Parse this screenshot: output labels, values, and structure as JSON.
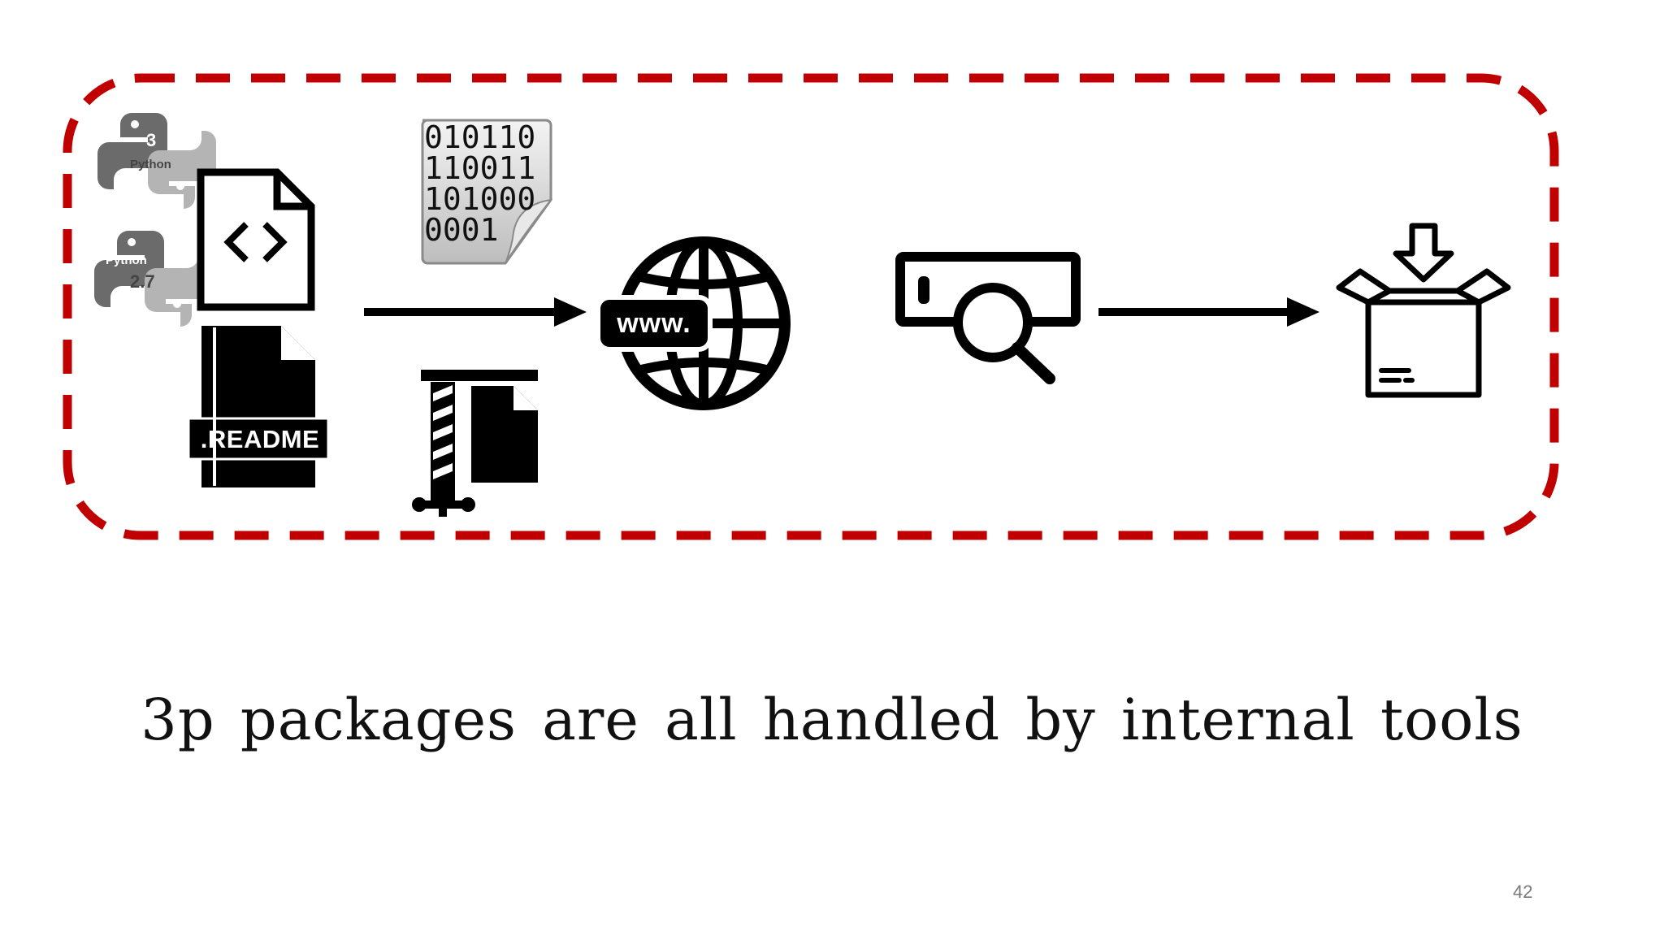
{
  "caption": "3p packages are all handled by internal tools",
  "page_number": "42",
  "icons": {
    "python3": {
      "version": "3",
      "label": "Python"
    },
    "python27": {
      "version": "2.7",
      "label": "Python"
    },
    "readme_label": ".README",
    "binary_lines": [
      "010110",
      "110011",
      "101000",
      "0001"
    ],
    "www_label": "www."
  },
  "colors": {
    "frame": "#c00000",
    "ink": "#000000"
  }
}
